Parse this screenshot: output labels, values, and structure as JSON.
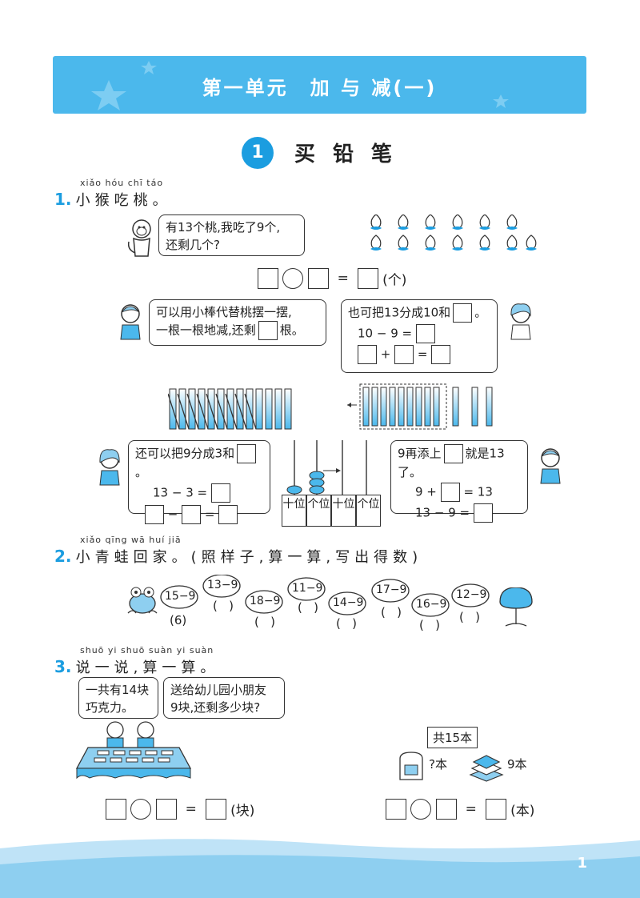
{
  "header": {
    "unit_title": "第一单元　加 与 减(一)"
  },
  "lesson": {
    "number": "1",
    "title": "买铅笔"
  },
  "q1": {
    "pinyin": "xiǎo hóu chī táo",
    "number": "1.",
    "title": "小猴吃桃。",
    "monkey_bubble": [
      "有13个桃,我吃了9个,",
      "还剩几个?"
    ],
    "unit_paren": "(个)",
    "boy_bubble": [
      "可以用小棒代替桃摆一摆,",
      "一根一根地减,还剩",
      "根。"
    ],
    "girl_bubble_top": [
      "也可把13分成10和",
      "。"
    ],
    "girl_eq1": "10 − 9 =",
    "girl2_bubble_top": [
      "还可以把9分成3和",
      "。"
    ],
    "girl2_eq1": "13 − 3 =",
    "boy2_bubble_top": [
      "9再添上",
      "就是13了。"
    ],
    "boy2_eq1": [
      "9 +",
      "= 13"
    ],
    "boy2_eq2": "13 − 9 =",
    "place_value": [
      "十位",
      "个位",
      "十位",
      "个位"
    ]
  },
  "q2": {
    "pinyin": "xiǎo qīng wā huí jiā",
    "number": "2.",
    "title": "小青蛙回家。(照样子,算一算,写出得数)",
    "leaves": [
      "15−9",
      "13−9",
      "18−9",
      "11−9",
      "14−9",
      "17−9",
      "16−9",
      "12−9"
    ],
    "example_answer": "6"
  },
  "q3": {
    "pinyin": "shuō yi shuō  suàn yi suàn",
    "number": "3.",
    "title": "说一说,算一算。",
    "bubble_a": [
      "一共有14块",
      "巧克力。"
    ],
    "bubble_b": [
      "送给幼儿园小朋友",
      "9块,还剩多少块?"
    ],
    "unit_a": "(块)",
    "book_label": "共15本",
    "bag_label": "?本",
    "books_label": "9本",
    "unit_b": "(本)"
  },
  "footer": {
    "page_number": "1"
  },
  "colors": {
    "accent": "#1b9de0",
    "banner": "#4bb8ec",
    "wave": "#bfe3f7"
  }
}
